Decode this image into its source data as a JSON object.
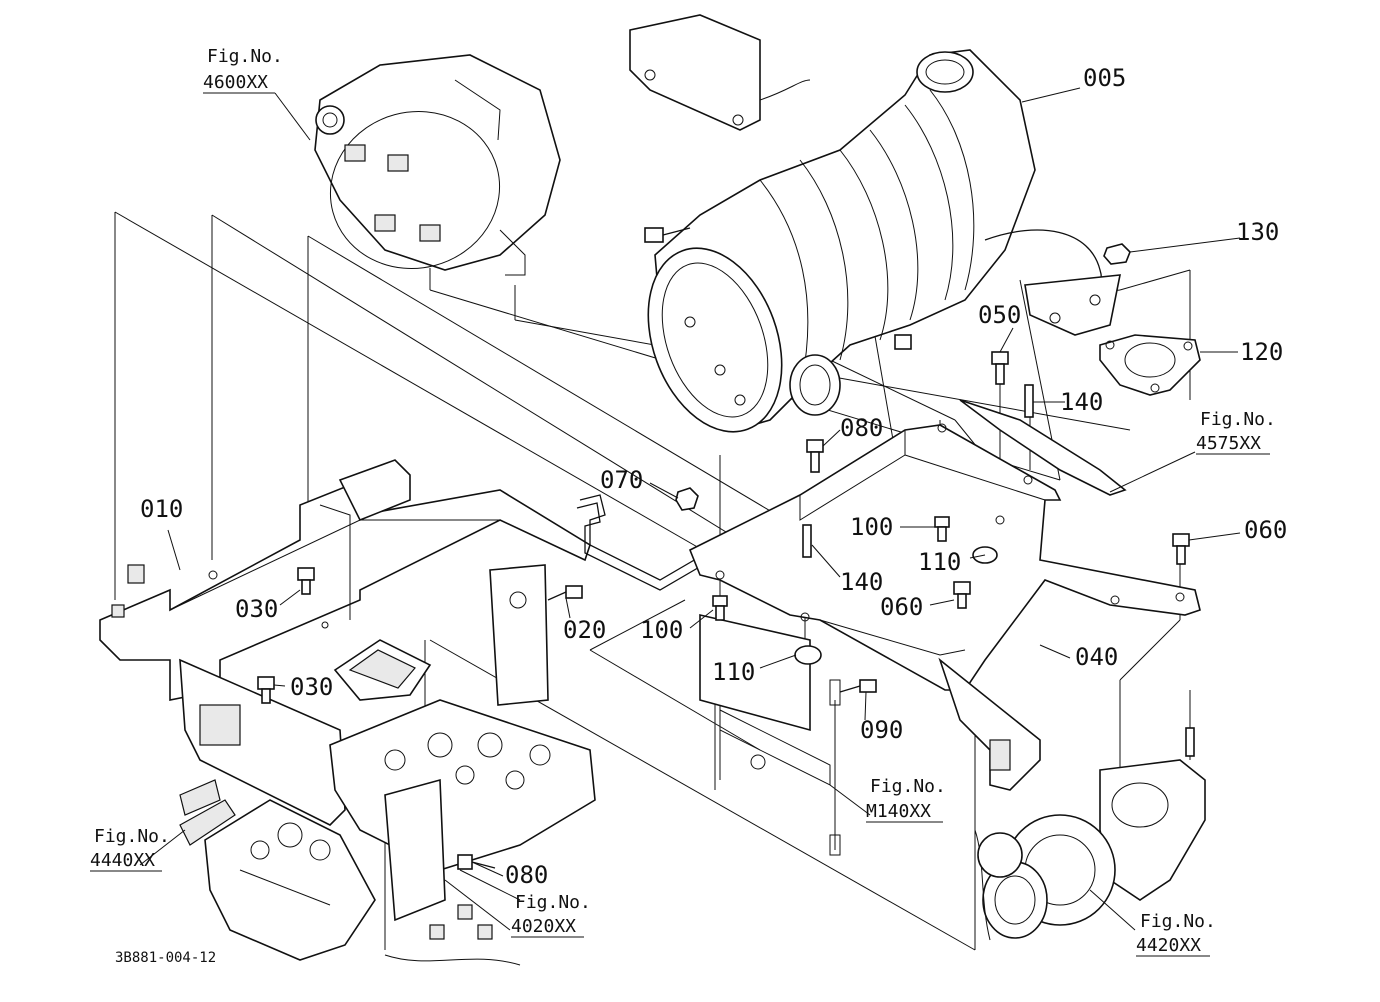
{
  "parts": {
    "p005": "005",
    "p010": "010",
    "p020": "020",
    "p030a": "030",
    "p030b": "030",
    "p040": "040",
    "p050": "050",
    "p060a": "060",
    "p060b": "060",
    "p070": "070",
    "p080a": "080",
    "p080b": "080",
    "p090": "090",
    "p100a": "100",
    "p100b": "100",
    "p110a": "110",
    "p110b": "110",
    "p120": "120",
    "p130": "130",
    "p140a": "140",
    "p140b": "140"
  },
  "figures": {
    "f4600": {
      "label": "Fig.No.",
      "number": "4600XX"
    },
    "f4575": {
      "label": "Fig.No.",
      "number": "4575XX"
    },
    "f4440": {
      "label": "Fig.No.",
      "number": "4440XX"
    },
    "f4020": {
      "label": "Fig.No.",
      "number": "4020XX"
    },
    "fM140": {
      "label": "Fig.No.",
      "number": "M140XX"
    },
    "f4420": {
      "label": "Fig.No.",
      "number": "4420XX"
    }
  },
  "drawing_code": "3B881-004-12"
}
